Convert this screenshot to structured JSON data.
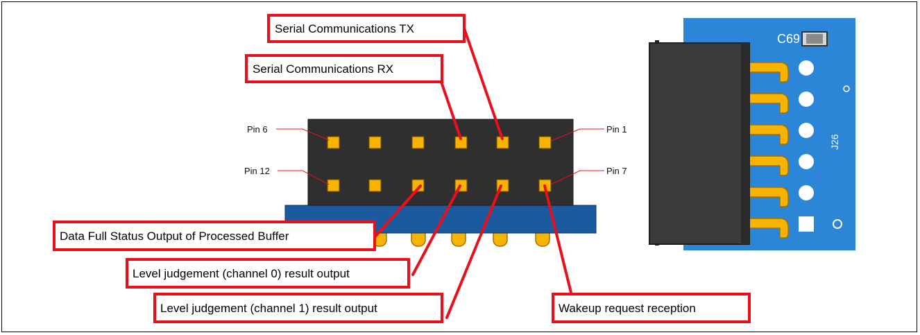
{
  "colors": {
    "callout_red": "#e8101a",
    "header_body": "#2f2f2f",
    "pin_gold": "#f6b400",
    "base_blue": "#1c5aa0",
    "pcb_blue": "#2b86d8"
  },
  "pin_labels": {
    "pin6": "Pin 6",
    "pin1": "Pin 1",
    "pin12": "Pin 12",
    "pin7": "Pin 7"
  },
  "callouts": {
    "serial_tx": "Serial Communications TX",
    "serial_rx": "Serial Communications RX",
    "data_full": "Data Full Status Output of Processed Buffer",
    "level_ch0": "Level judgement (channel 0) result output",
    "level_ch1": "Level judgement (channel 1) result output",
    "wakeup": "Wakeup request reception"
  },
  "board": {
    "capacitor_label": "C69",
    "connector_label": "J26"
  }
}
